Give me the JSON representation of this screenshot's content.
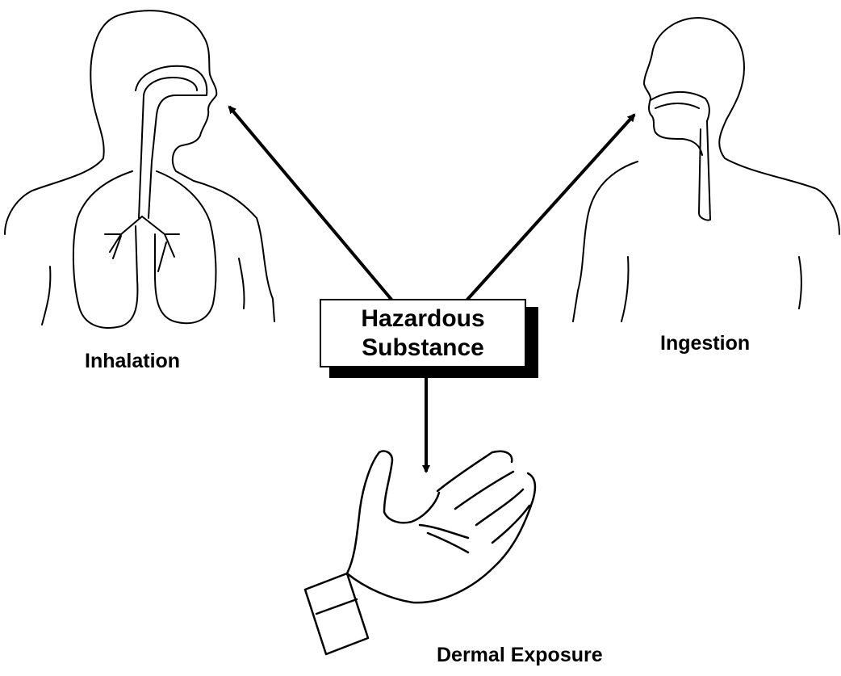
{
  "center": {
    "line1": "Hazardous",
    "line2": "Substance"
  },
  "routes": {
    "inhalation": "Inhalation",
    "ingestion": "Ingestion",
    "dermal": "Dermal Exposure"
  },
  "colors": {
    "line": "#000000",
    "background": "#ffffff"
  }
}
